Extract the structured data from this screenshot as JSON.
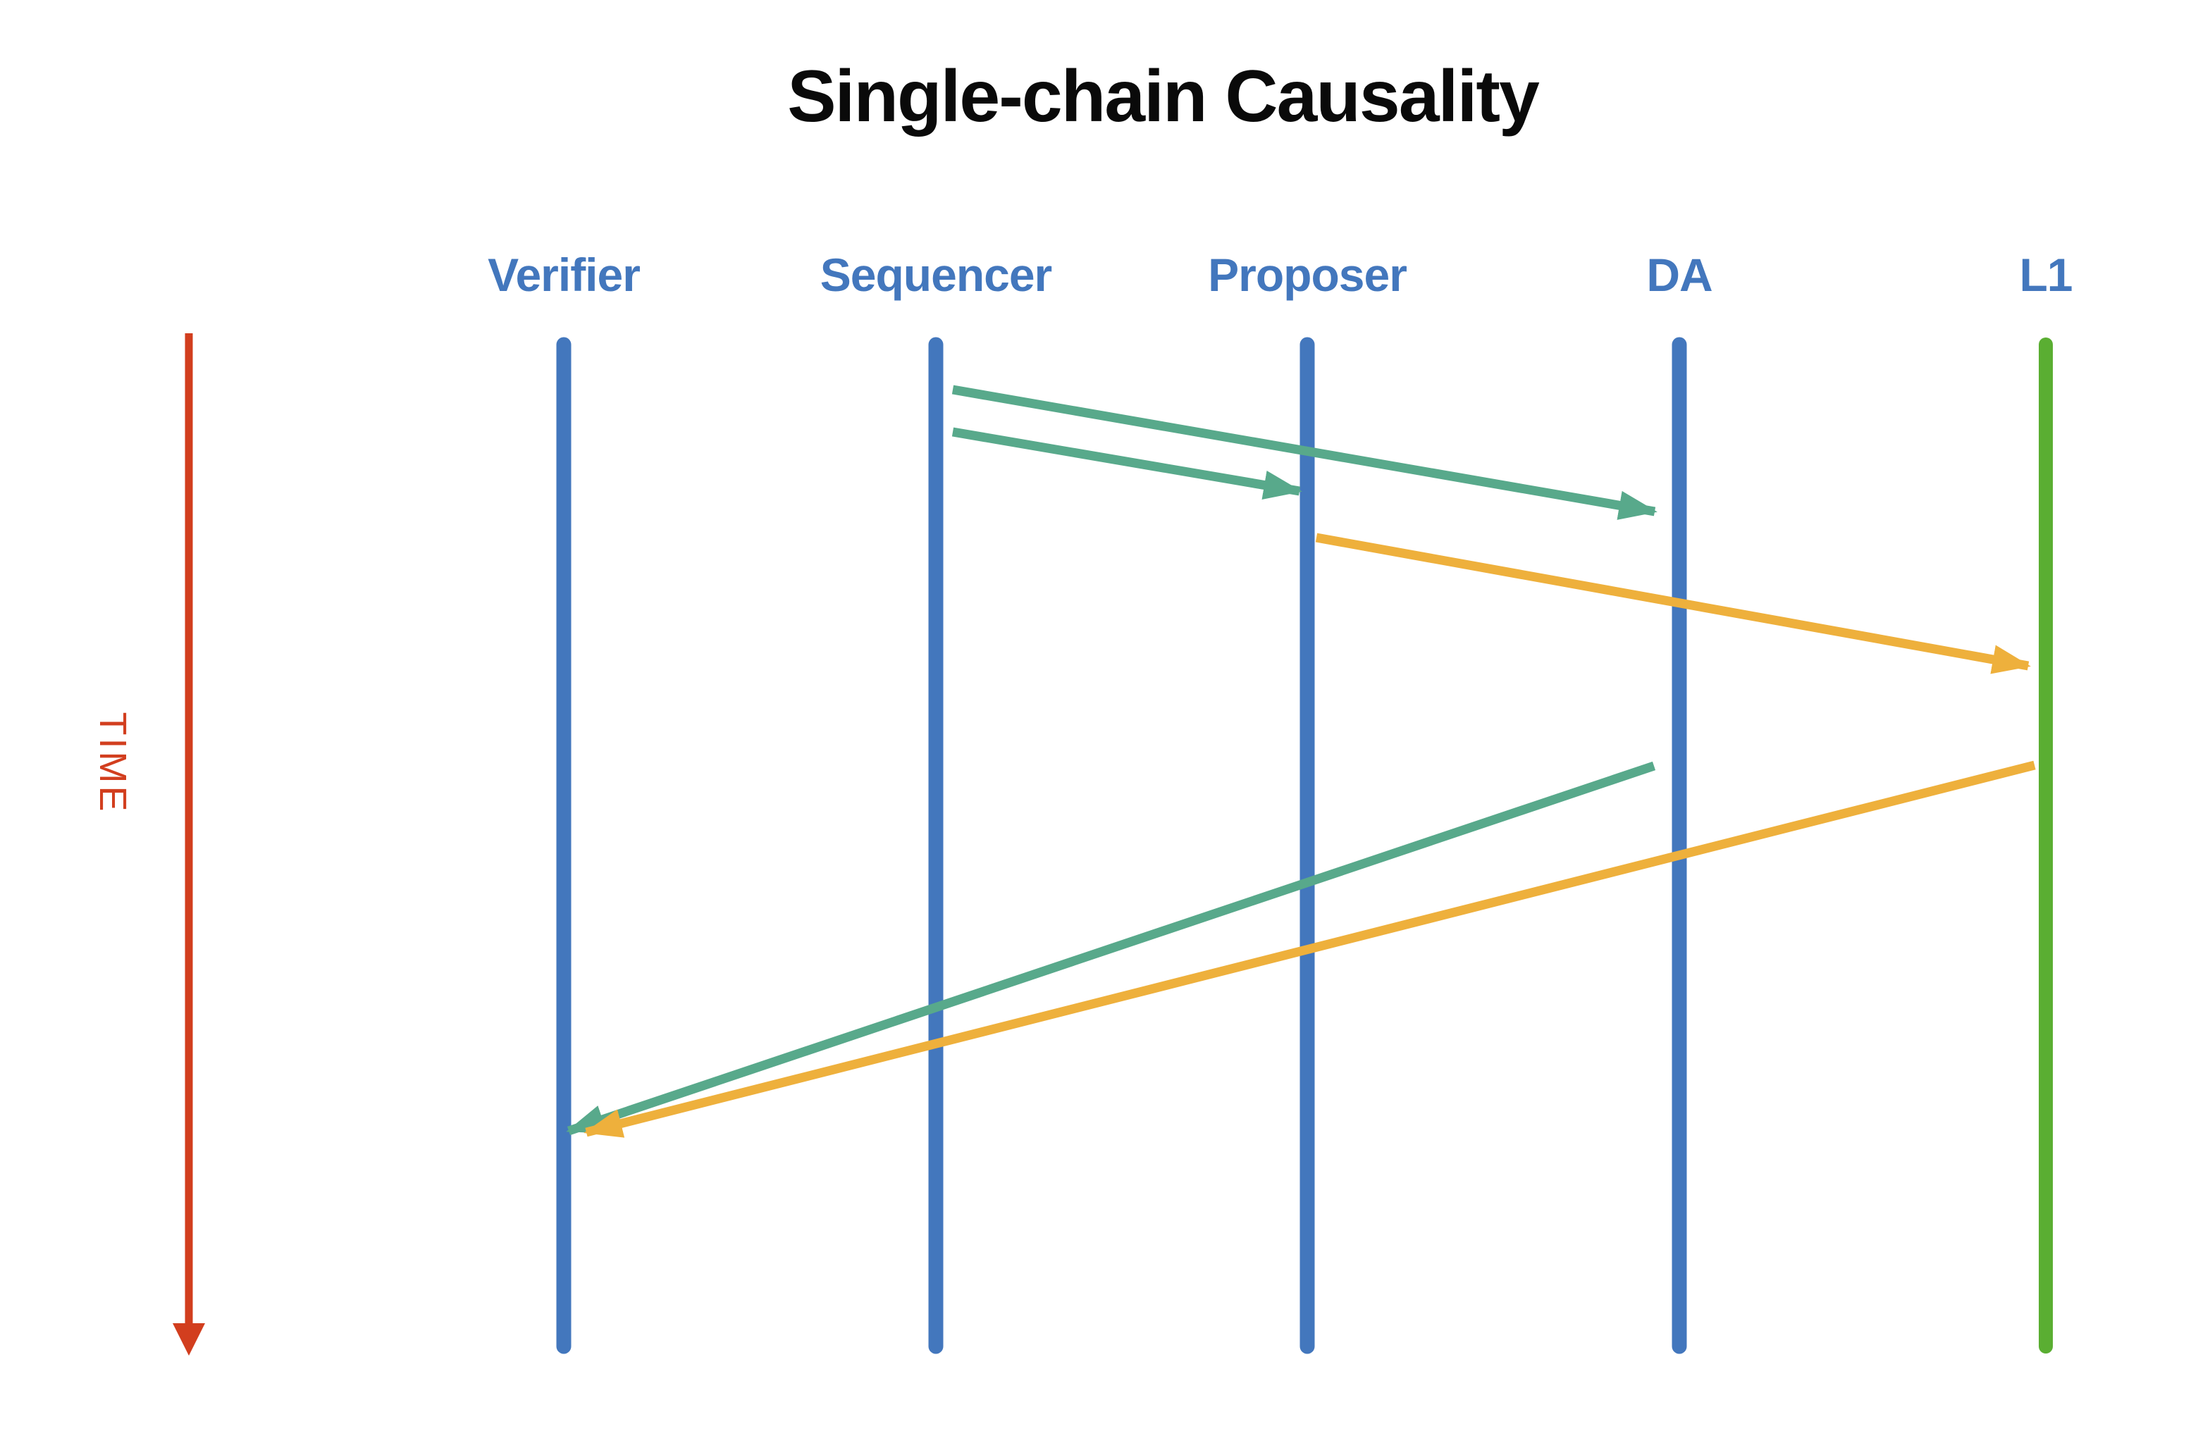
{
  "title": "Single-chain Causality",
  "time_axis": {
    "label": "TIME"
  },
  "lanes": [
    {
      "id": "verifier",
      "label": "Verifier"
    },
    {
      "id": "sequencer",
      "label": "Sequencer"
    },
    {
      "id": "proposer",
      "label": "Proposer"
    },
    {
      "id": "da",
      "label": "DA"
    },
    {
      "id": "l1",
      "label": "L1"
    }
  ],
  "messages": [
    {
      "id": "sequencer-to-proposer",
      "from": "Sequencer",
      "to": "Proposer",
      "color": "teal"
    },
    {
      "id": "sequencer-to-da",
      "from": "Sequencer",
      "to": "DA",
      "color": "teal"
    },
    {
      "id": "proposer-to-l1",
      "from": "Proposer",
      "to": "L1",
      "color": "orange"
    },
    {
      "id": "da-to-verifier",
      "from": "DA",
      "to": "Verifier",
      "color": "teal"
    },
    {
      "id": "l1-to-verifier",
      "from": "L1",
      "to": "Verifier",
      "color": "orange"
    }
  ],
  "colors": {
    "background": "#ffffff",
    "title_black": "#0a0a0a",
    "lane_label_blue": "#4377bd",
    "lifeline_blue": "#4377bd",
    "l1_green": "#5aae32",
    "message_teal": "#58a98b",
    "message_orange": "#eeb03c",
    "time_red": "#d23e1e"
  }
}
